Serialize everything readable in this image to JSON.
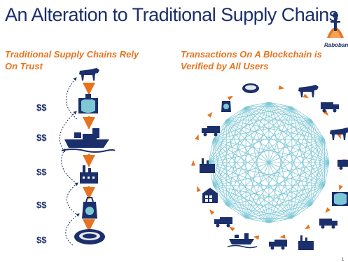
{
  "title": "An Alteration to Traditional Supply Chains",
  "logo_text": "Rabobank",
  "left_heading": "Traditional Supply Chains Rely On Trust",
  "right_heading": "Transactions On A Blockchain is Verified by All Users",
  "dollar_label": "$$",
  "colors": {
    "navy": "#1b2f6b",
    "orange": "#e8731f",
    "network": "#7ec8d6"
  },
  "left_chain_icons": [
    "cow-icon",
    "factory-icon",
    "ship-icon",
    "factory-icon",
    "bag-icon",
    "meat-icon"
  ],
  "ring_icons": [
    "meat-icon",
    "cow-icon",
    "truck-icon",
    "cow-icon",
    "truck-icon",
    "bag-icon",
    "truck-icon",
    "factory-icon",
    "warehouse-icon",
    "truck-icon",
    "ship-icon",
    "truck-icon",
    "factory-icon",
    "truck-icon",
    "factory-icon"
  ]
}
